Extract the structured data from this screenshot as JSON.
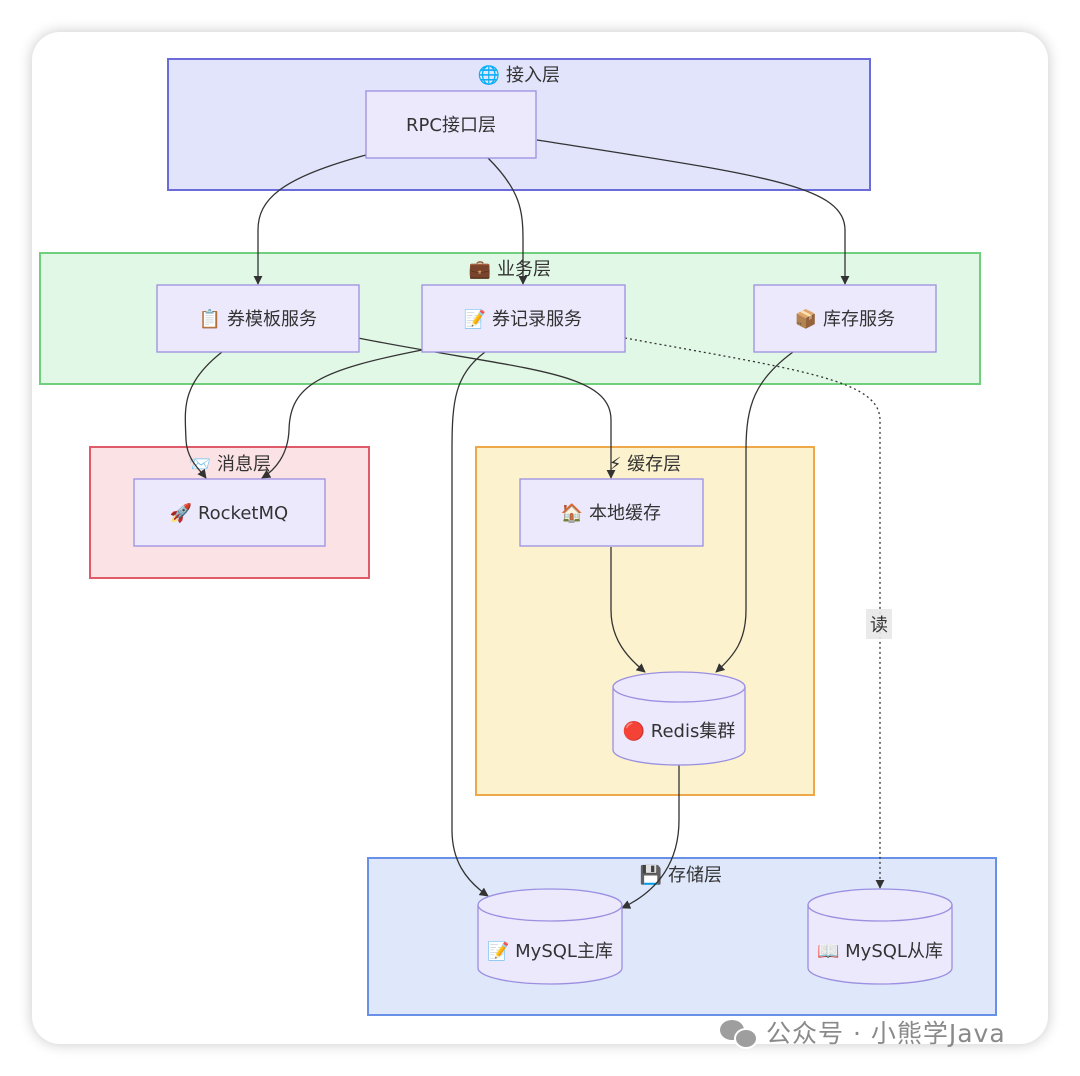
{
  "layers": {
    "access": {
      "label": "🌐 接入层"
    },
    "business": {
      "label": "💼 业务层"
    },
    "message": {
      "label": "📨 消息层"
    },
    "cache": {
      "label": "⚡ 缓存层"
    },
    "storage": {
      "label": "💾 存储层"
    }
  },
  "nodes": {
    "rpc": {
      "label": "RPC接口层"
    },
    "coupon_template": {
      "label": "📋 券模板服务"
    },
    "coupon_record": {
      "label": "📝 券记录服务"
    },
    "inventory": {
      "label": "📦 库存服务"
    },
    "rocketmq": {
      "label": "🚀 RocketMQ"
    },
    "local_cache": {
      "label": "🏠 本地缓存"
    },
    "redis": {
      "label": "🔴 Redis集群"
    },
    "mysql_master": {
      "label": "📝 MySQL主库"
    },
    "mysql_slave": {
      "label": "📖 MySQL从库"
    }
  },
  "edges": {
    "read_label": "读"
  },
  "watermark": {
    "text": "公众号 · 小熊学Java"
  },
  "colors": {
    "access_fill": "#e1e4fb",
    "access_stroke": "#6b6bdc",
    "business_fill": "#e2f8e6",
    "business_stroke": "#6fcf7c",
    "message_fill": "#fbe3e5",
    "message_stroke": "#e05b6a",
    "cache_fill": "#fcf3ce",
    "cache_stroke": "#eea84a",
    "storage_fill": "#dfe8fb",
    "storage_stroke": "#6790e6",
    "node_fill": "#ece9fd",
    "node_stroke": "#9b8fe0"
  }
}
